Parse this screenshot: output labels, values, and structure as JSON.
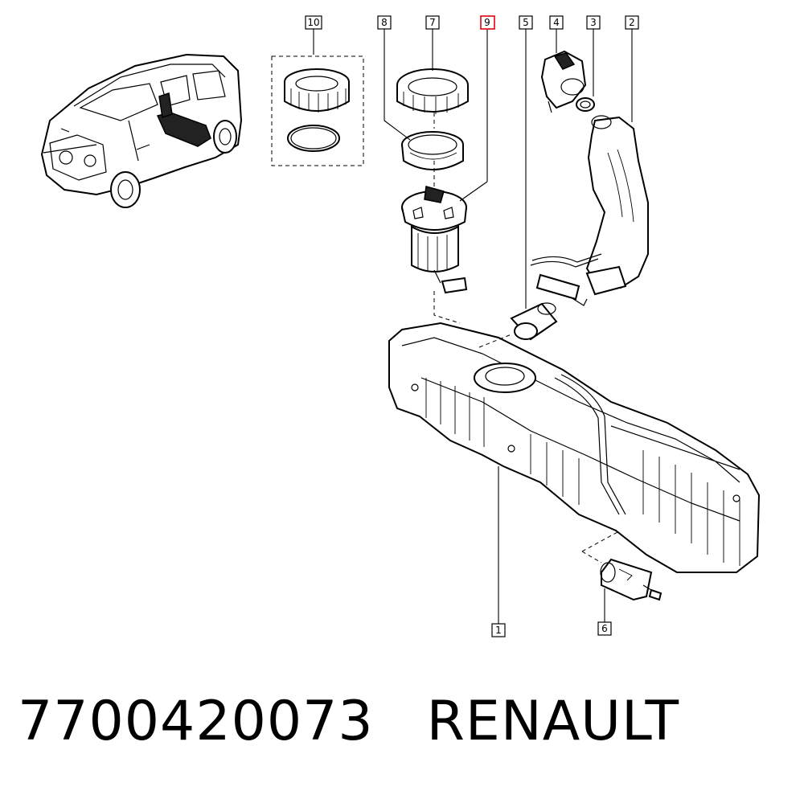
{
  "callouts": [
    {
      "id": "10",
      "label": "10",
      "highlight": false
    },
    {
      "id": "8",
      "label": "8",
      "highlight": false
    },
    {
      "id": "7",
      "label": "7",
      "highlight": false
    },
    {
      "id": "9",
      "label": "9",
      "highlight": true
    },
    {
      "id": "5",
      "label": "5",
      "highlight": false
    },
    {
      "id": "4",
      "label": "4",
      "highlight": false
    },
    {
      "id": "3",
      "label": "3",
      "highlight": false
    },
    {
      "id": "2",
      "label": "2",
      "highlight": false
    },
    {
      "id": "1",
      "label": "1",
      "highlight": false
    },
    {
      "id": "6",
      "label": "6",
      "highlight": false
    }
  ],
  "highlight_color": "#e0202a",
  "caption": {
    "part_number": "7700420073",
    "brand": "RENAULT"
  }
}
